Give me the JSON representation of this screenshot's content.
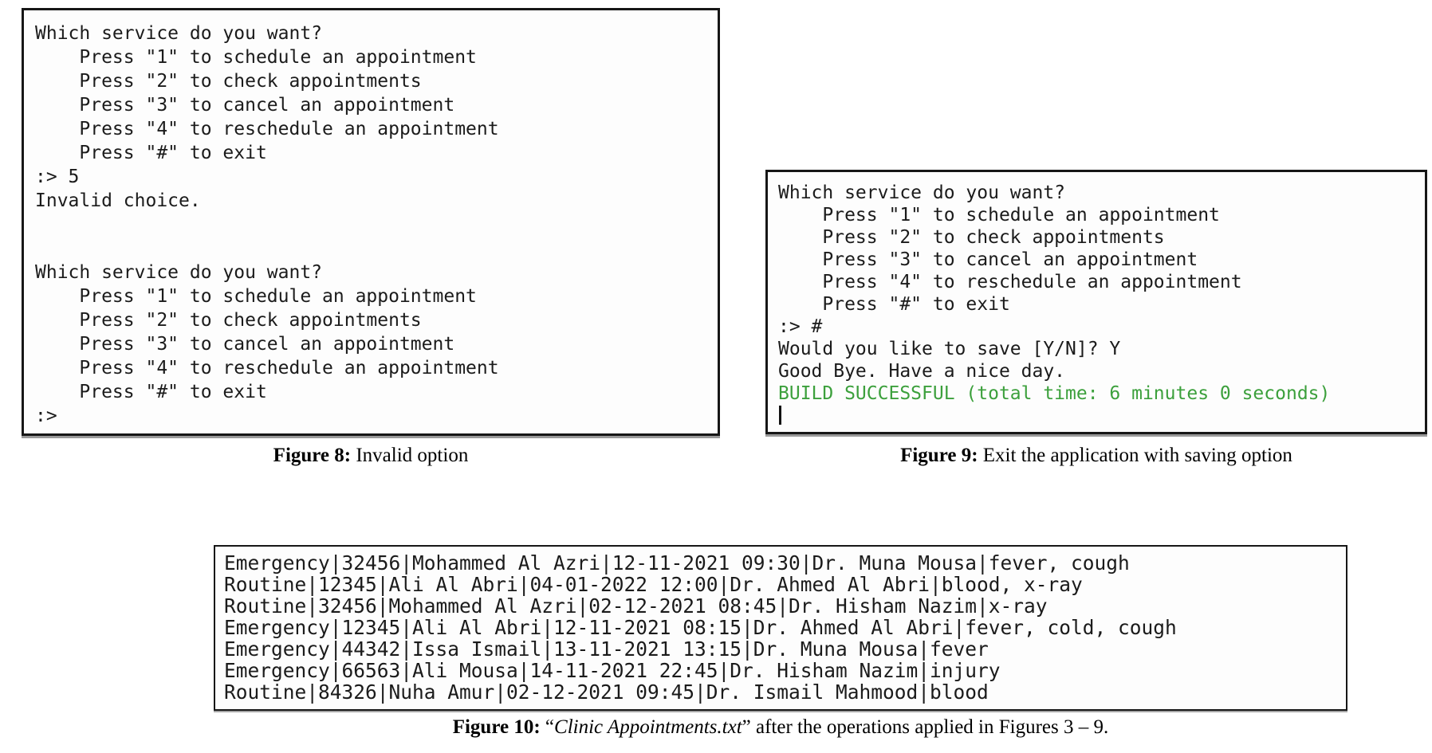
{
  "colors": {
    "build_green": "#3ca03c",
    "terminal_bg": "#fdfdfd",
    "terminal_border": "#161616",
    "terminal_text": "#1b1b1b"
  },
  "figure8": {
    "lines": [
      "Which service do you want?",
      "    Press \"1\" to schedule an appointment",
      "    Press \"2\" to check appointments",
      "    Press \"3\" to cancel an appointment",
      "    Press \"4\" to reschedule an appointment",
      "    Press \"#\" to exit",
      ":> 5",
      "Invalid choice.",
      "",
      "",
      "Which service do you want?",
      "    Press \"1\" to schedule an appointment",
      "    Press \"2\" to check appointments",
      "    Press \"3\" to cancel an appointment",
      "    Press \"4\" to reschedule an appointment",
      "    Press \"#\" to exit",
      ":>"
    ],
    "caption_label": "Figure 8:",
    "caption_text": " Invalid option"
  },
  "figure9": {
    "lines": [
      "Which service do you want?",
      "    Press \"1\" to schedule an appointment",
      "    Press \"2\" to check appointments",
      "    Press \"3\" to cancel an appointment",
      "    Press \"4\" to reschedule an appointment",
      "    Press \"#\" to exit",
      ":> #",
      "Would you like to save [Y/N]? Y",
      "Good Bye. Have a nice day."
    ],
    "build_line": "BUILD SUCCESSFUL (total time: 6 minutes 0 seconds)",
    "caption_label": "Figure 9:",
    "caption_text": " Exit the application with saving option"
  },
  "figure10": {
    "lines": [
      "Emergency|32456|Mohammed Al Azri|12-11-2021 09:30|Dr. Muna Mousa|fever, cough",
      "Routine|12345|Ali Al Abri|04-01-2022 12:00|Dr. Ahmed Al Abri|blood, x-ray",
      "Routine|32456|Mohammed Al Azri|02-12-2021 08:45|Dr. Hisham Nazim|x-ray",
      "Emergency|12345|Ali Al Abri|12-11-2021 08:15|Dr. Ahmed Al Abri|fever, cold, cough",
      "Emergency|44342|Issa Ismail|13-11-2021 13:15|Dr. Muna Mousa|fever",
      "Emergency|66563|Ali Mousa|14-11-2021 22:45|Dr. Hisham Nazim|injury",
      "Routine|84326|Nuha Amur|02-12-2021 09:45|Dr. Ismail Mahmood|blood"
    ],
    "caption_label": "Figure 10:",
    "caption_pre": " “",
    "caption_filename": "Clinic Appointments.txt",
    "caption_rest": "” after the operations applied in Figures 3 – 9."
  }
}
